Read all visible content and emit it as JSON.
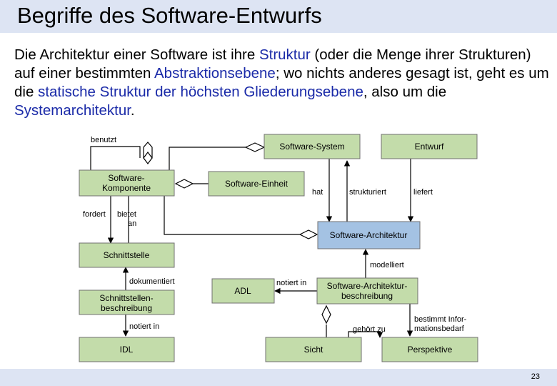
{
  "title": "Begriffe des Software-Entwurfs",
  "intro": {
    "p1": "Die Architektur einer Software ist ihre ",
    "h1": "Struktur",
    "p2": " (oder die Menge ihrer Strukturen) auf einer bestimmten ",
    "h2": "Abstraktionsebene",
    "p3": "; wo nichts anderes gesagt ist, geht es um die ",
    "h3": "statische Struktur der höchsten Gliederungsebene",
    "p4": ", also um die ",
    "h4": "Systemarchitektur",
    "p5": "."
  },
  "boxes": {
    "software_system": "Software-System",
    "entwurf": "Entwurf",
    "software_komponente_1": "Software-",
    "software_komponente_2": "Komponente",
    "software_einheit": "Software-Einheit",
    "software_architektur": "Software-Architektur",
    "schnittstelle": "Schnittstelle",
    "schnittstellenbeschreibung_1": "Schnittstellen-",
    "schnittstellenbeschreibung_2": "beschreibung",
    "adl": "ADL",
    "architekturbeschreibung_1": "Software-Architektur-",
    "architekturbeschreibung_2": "beschreibung",
    "idl": "IDL",
    "sicht": "Sicht",
    "perspektive": "Perspektive"
  },
  "labels": {
    "benutzt": "benutzt",
    "hat": "hat",
    "strukturiert": "strukturiert",
    "liefert": "liefert",
    "fordert": "fordert",
    "bietet": "bietet",
    "an": "an",
    "modelliert": "modelliert",
    "dokumentiert": "dokumentiert",
    "notiert_in_adl": "notiert in",
    "notiert_in_idl": "notiert in",
    "bestimmt_1": "bestimmt Infor-",
    "bestimmt_2": "mationsbedarf",
    "gehoert_zu": "gehört zu"
  },
  "colors": {
    "box_green": "#c3dcaa",
    "box_blue": "#a4c2e3",
    "title_bar": "#dde4f3",
    "highlight": "#1a2aa8"
  },
  "footer": {
    "page_number": "23"
  }
}
